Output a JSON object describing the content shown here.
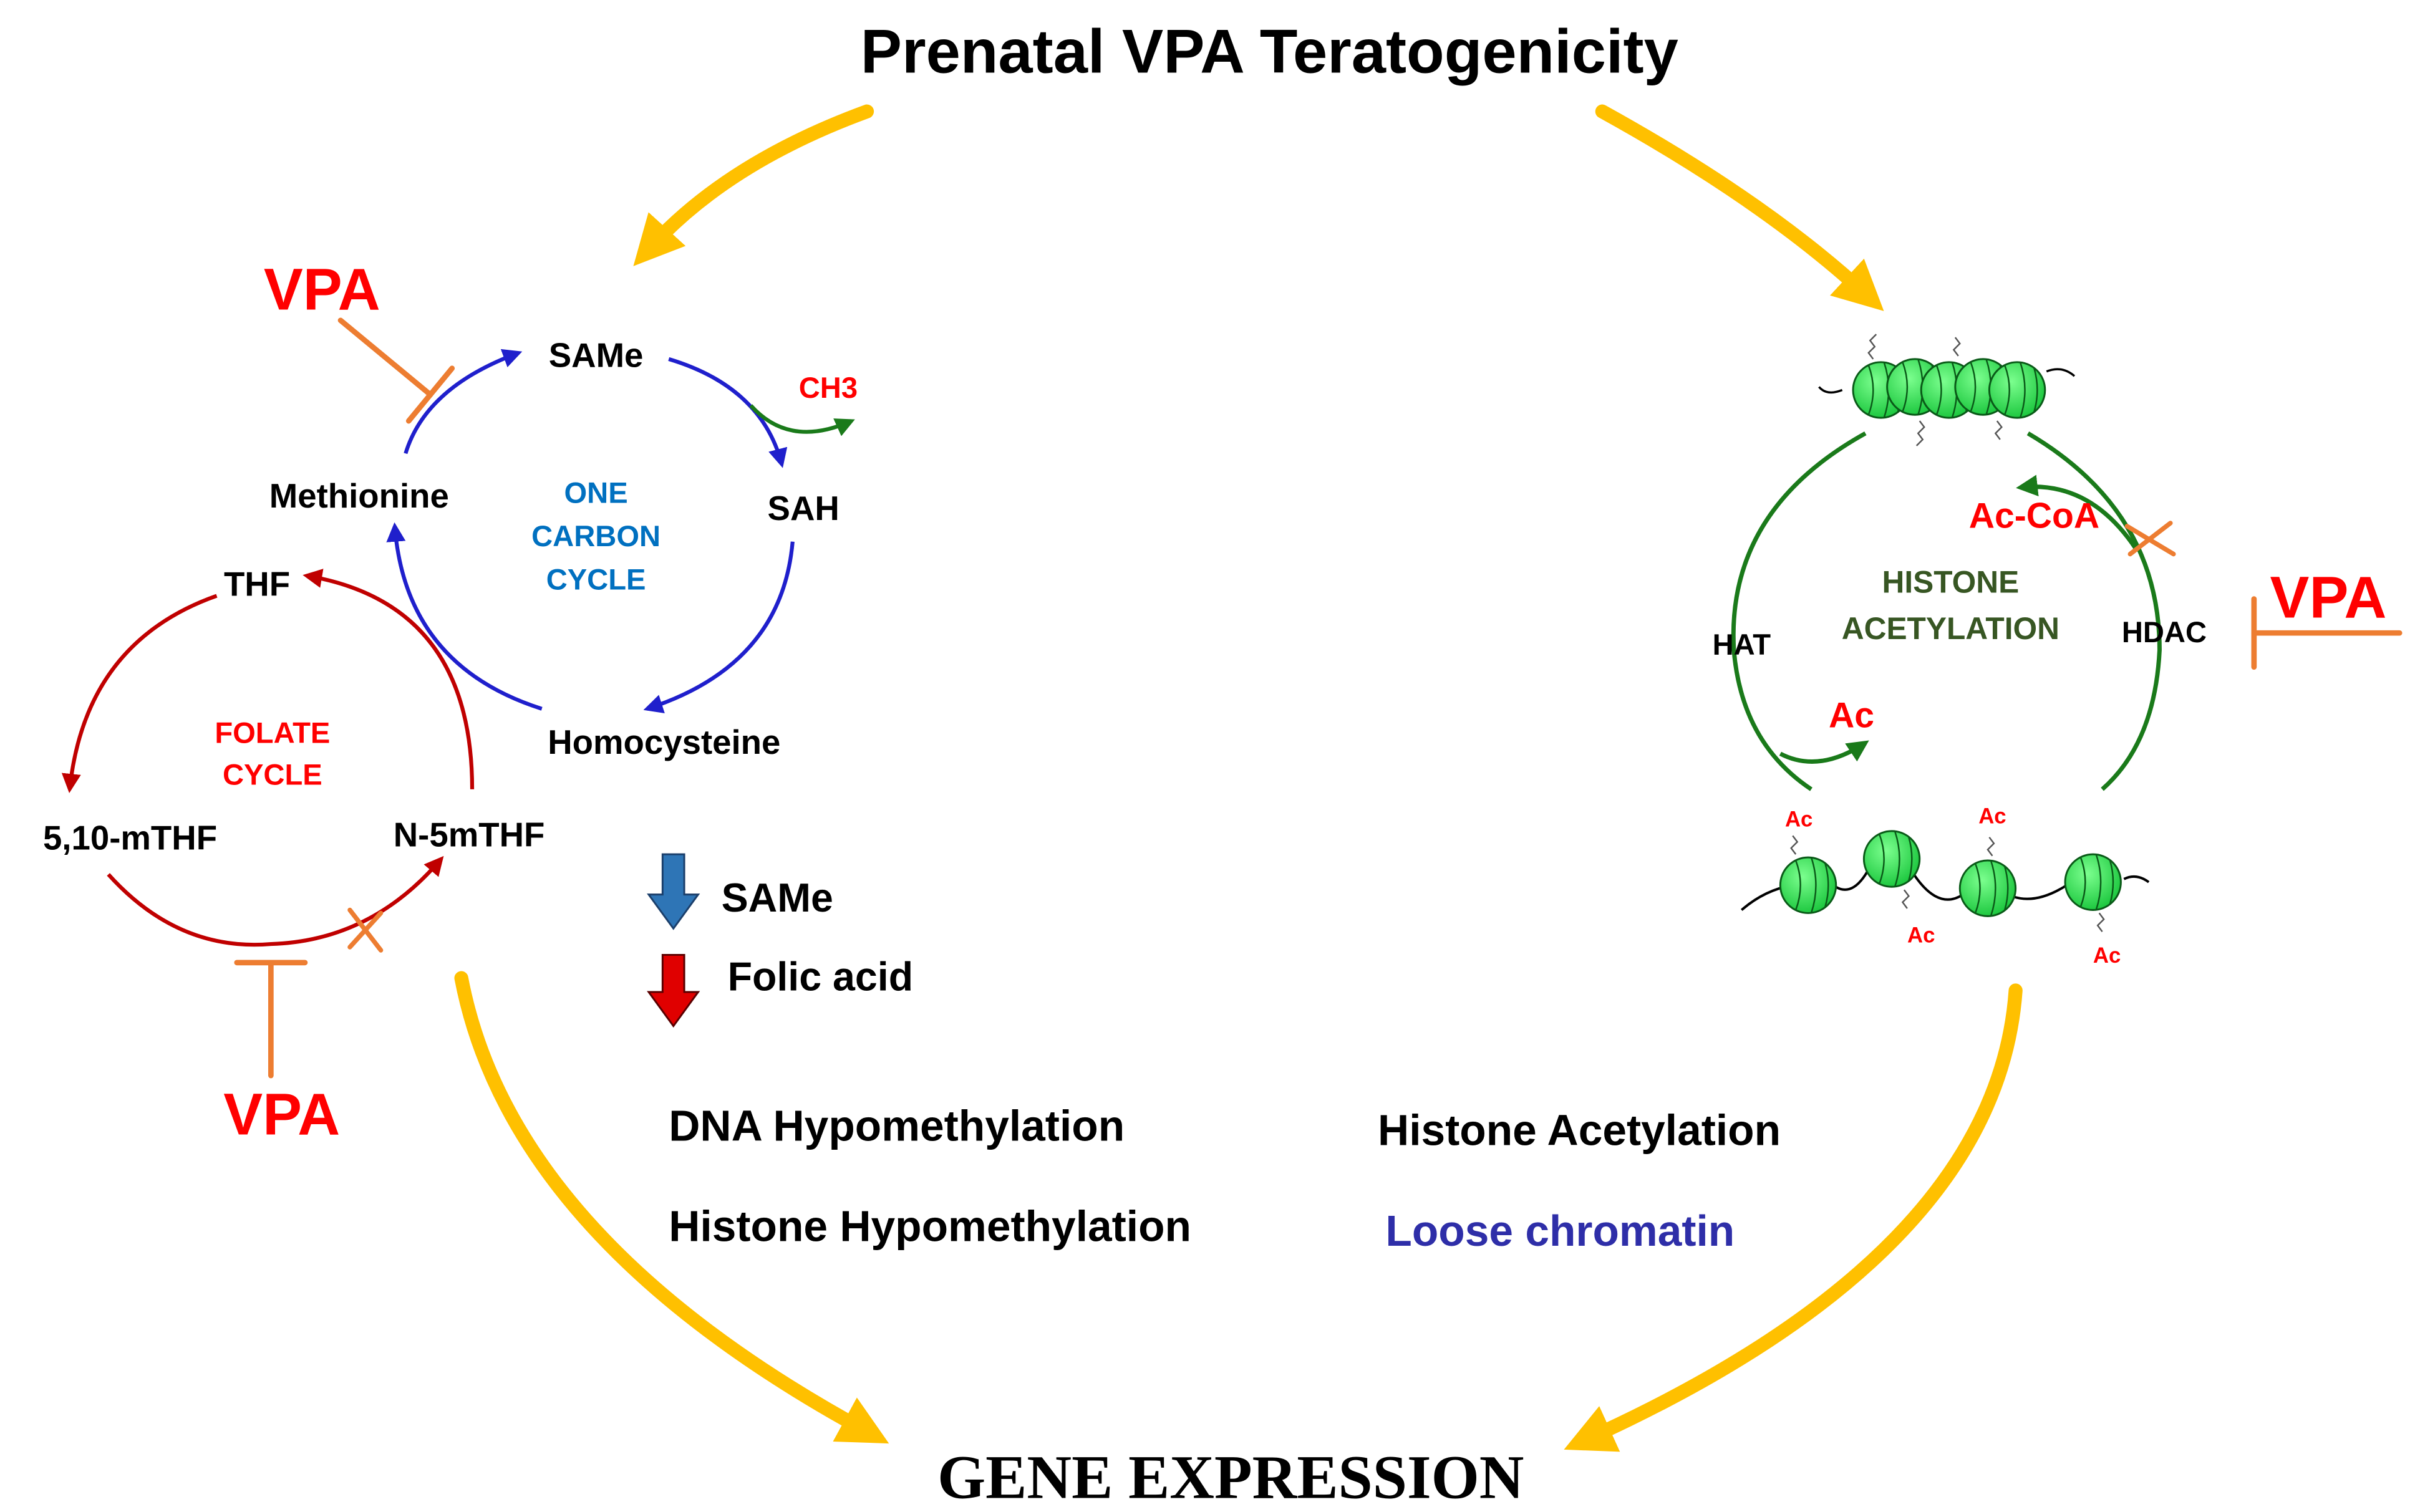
{
  "title": "Prenatal VPA Teratogenicity",
  "footer": "GENE  EXPRESSION",
  "one_carbon": {
    "label_line1": "ONE",
    "label_line2": "CARBON",
    "label_line3": "CYCLE",
    "same": "SAMe",
    "sah": "SAH",
    "homocysteine": "Homocysteine",
    "methionine": "Methionine",
    "ch3": "CH3"
  },
  "folate": {
    "label_line1": "FOLATE",
    "label_line2": "CYCLE",
    "thf": "THF",
    "mthf_510": "5,10-mTHF",
    "n5mthf": "N-5mTHF"
  },
  "vpa": {
    "top_left": "VPA",
    "bottom_left": "VPA",
    "right": "VPA"
  },
  "legend": {
    "down_same": "SAMe",
    "down_folic": "Folic acid"
  },
  "effects": {
    "left_line1": "DNA  Hypomethylation",
    "left_line2": "Histone Hypomethylation",
    "right_line1": "Histone  Acetylation",
    "right_line2": "Loose chromatin"
  },
  "histone": {
    "label_line1": "HISTONE",
    "label_line2": "ACETYLATION",
    "hat": "HAT",
    "hdac": "HDAC",
    "ac_coa": "Ac-CoA",
    "ac": "Ac",
    "tag_1": "Ac",
    "tag_2": "Ac",
    "tag_3": "Ac",
    "tag_4": "Ac"
  },
  "colors": {
    "yellow_arrow": "#FFC000",
    "blue_cycle": "#1F1FCC",
    "red_cycle": "#C00000",
    "green_cycle": "#1A7A1A",
    "vpa_red": "#FF0000",
    "inhibitor_orange": "#ED7D31",
    "one_carbon_label": "#0070C0",
    "histone_label": "#375623",
    "loose_chromatin": "#2E2EA8",
    "nucleosome": "#22DD44",
    "down_arrow_blue": "#2E75B6",
    "down_arrow_red": "#E00000"
  }
}
